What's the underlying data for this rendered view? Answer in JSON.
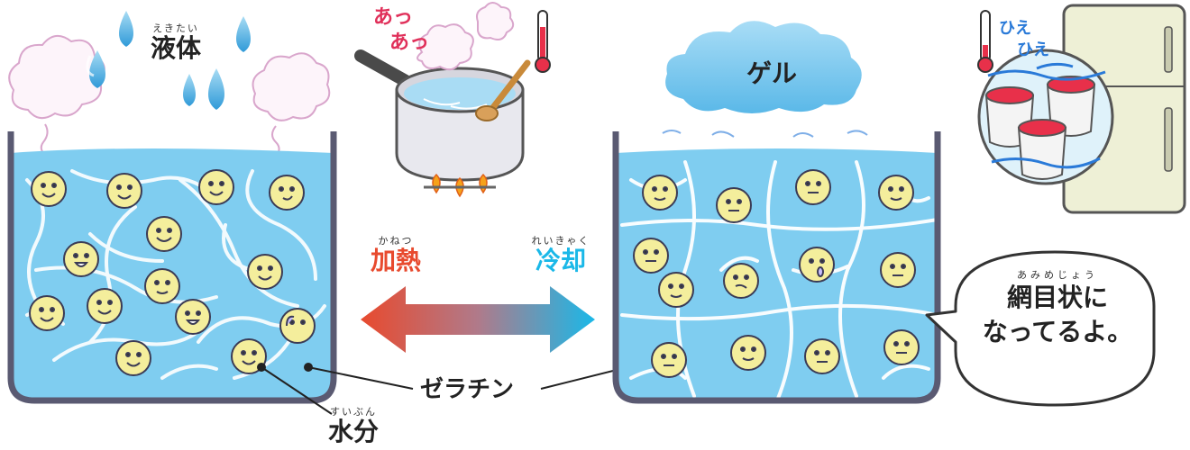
{
  "labels": {
    "liquid": {
      "ruby": "えきたい",
      "text": "液体"
    },
    "gel": "ゲル",
    "heat": {
      "ruby": "かねつ",
      "text": "加熱"
    },
    "cool": {
      "ruby": "れいきゃく",
      "text": "冷却"
    },
    "gelatin": "ゼラチン",
    "water": {
      "ruby": "すいぶん",
      "text": "水分"
    },
    "hot_1": "あっ",
    "hot_2": "あっ",
    "cold_1": "ひえ",
    "cold_2": "ひえ"
  },
  "bubble": {
    "ruby": "あみめじょう",
    "line1": "網目状に",
    "line2": "なってるよ。"
  },
  "colors": {
    "water": "#7fcdf0",
    "water_light": "#b6e3f7",
    "container": "#5a5a72",
    "face": "#f4ee9c",
    "heat": "#e84a2e",
    "cool": "#1ab8e8",
    "steam": "#e8b8d8",
    "drop": "#4fb4e6"
  }
}
